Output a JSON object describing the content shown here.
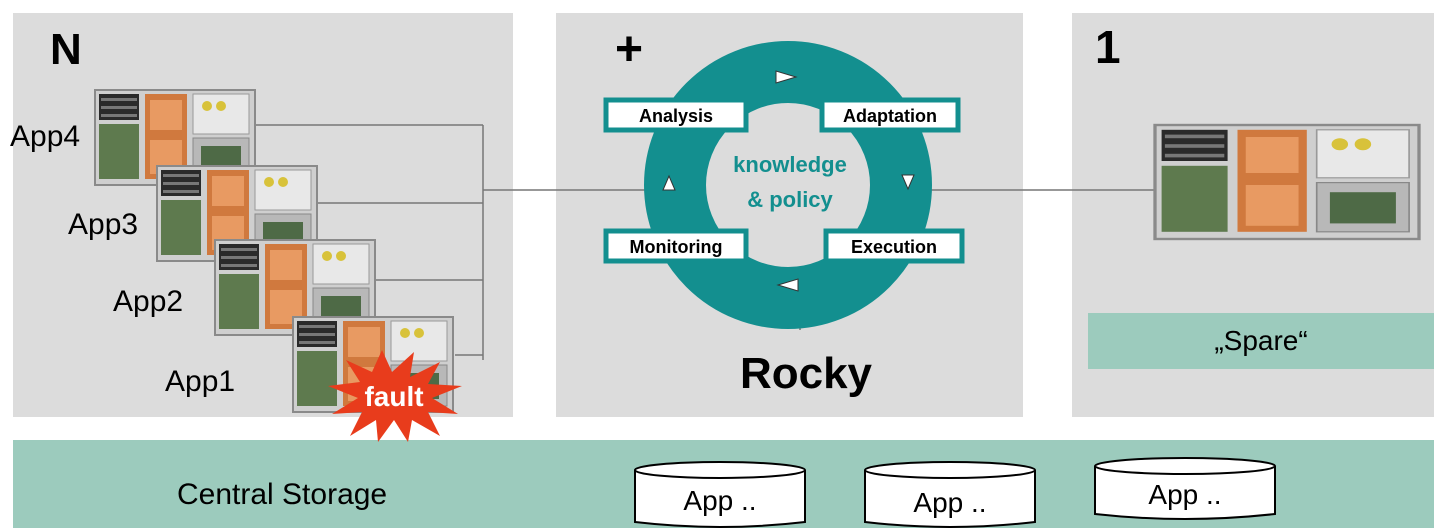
{
  "panels": {
    "left": {
      "title": "N"
    },
    "middle": {
      "title": "+"
    },
    "right": {
      "title": "1"
    }
  },
  "apps": [
    "App4",
    "App3",
    "App2",
    "App1"
  ],
  "fault_label": "fault",
  "cycle": {
    "center_line1": "knowledge",
    "center_line2": "& policy",
    "steps": [
      "Analysis",
      "Adaptation",
      "Execution",
      "Monitoring"
    ],
    "name": "Rocky"
  },
  "spare_label": "„Spare“",
  "storage": {
    "label": "Central Storage",
    "disks": [
      "App ..",
      "App ..",
      "App .."
    ]
  },
  "colors": {
    "panel": "#dcdcdc",
    "teal": "#138f8f",
    "storage_green": "#9ccbbd",
    "fault_red": "#e83c1c"
  }
}
